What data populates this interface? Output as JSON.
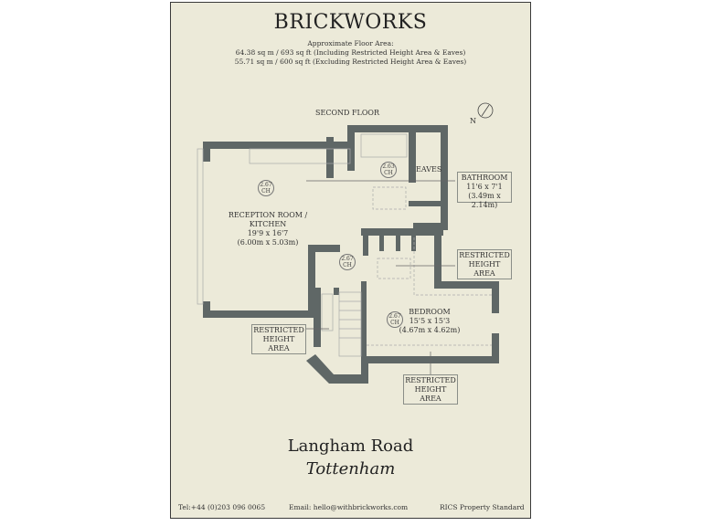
{
  "header": {
    "title": "BRICKWORKS",
    "area_heading": "Approximate Floor Area:",
    "area_including": "64.38 sq m / 693 sq ft (Including Restricted Height Area & Eaves)",
    "area_excluding": "55.71 sq m / 600 sq ft (Excluding Restricted Height Area & Eaves)"
  },
  "plan": {
    "floor_label": "SECOND FLOOR",
    "north_label": "N",
    "rooms": [
      {
        "name": "RECEPTION ROOM /",
        "name2": "KITCHEN",
        "imperial": "19'9 x 16'7",
        "metric": "(6.00m x 5.03m)",
        "ceiling": "2.67",
        "ch": "CH"
      },
      {
        "name": "BATHROOM",
        "imperial": "11'6 x 7'1",
        "metric": "(3.49m x 2.14m)",
        "ceiling": "2.63",
        "ch": "CH"
      },
      {
        "name": "BEDROOM",
        "imperial": "15'5 x 15'3",
        "metric": "(4.67m x 4.62m)",
        "ceiling": "2.67",
        "ch": "CH"
      }
    ],
    "hall_ceiling": "2.67",
    "hall_ch": "CH",
    "eaves_label": "EAVES",
    "restricted": [
      "RESTRICTED",
      "HEIGHT",
      "AREA"
    ]
  },
  "address": {
    "line1": "Langham Road",
    "line2": "Tottenham"
  },
  "footer": {
    "tel": "Tel:+44 (0)203 096 0065",
    "email": "Email:  hello@withbrickworks.com",
    "standard": "RICS Property Standard"
  },
  "colors": {
    "paper": "#ecead9",
    "wall": "#5f6766"
  }
}
